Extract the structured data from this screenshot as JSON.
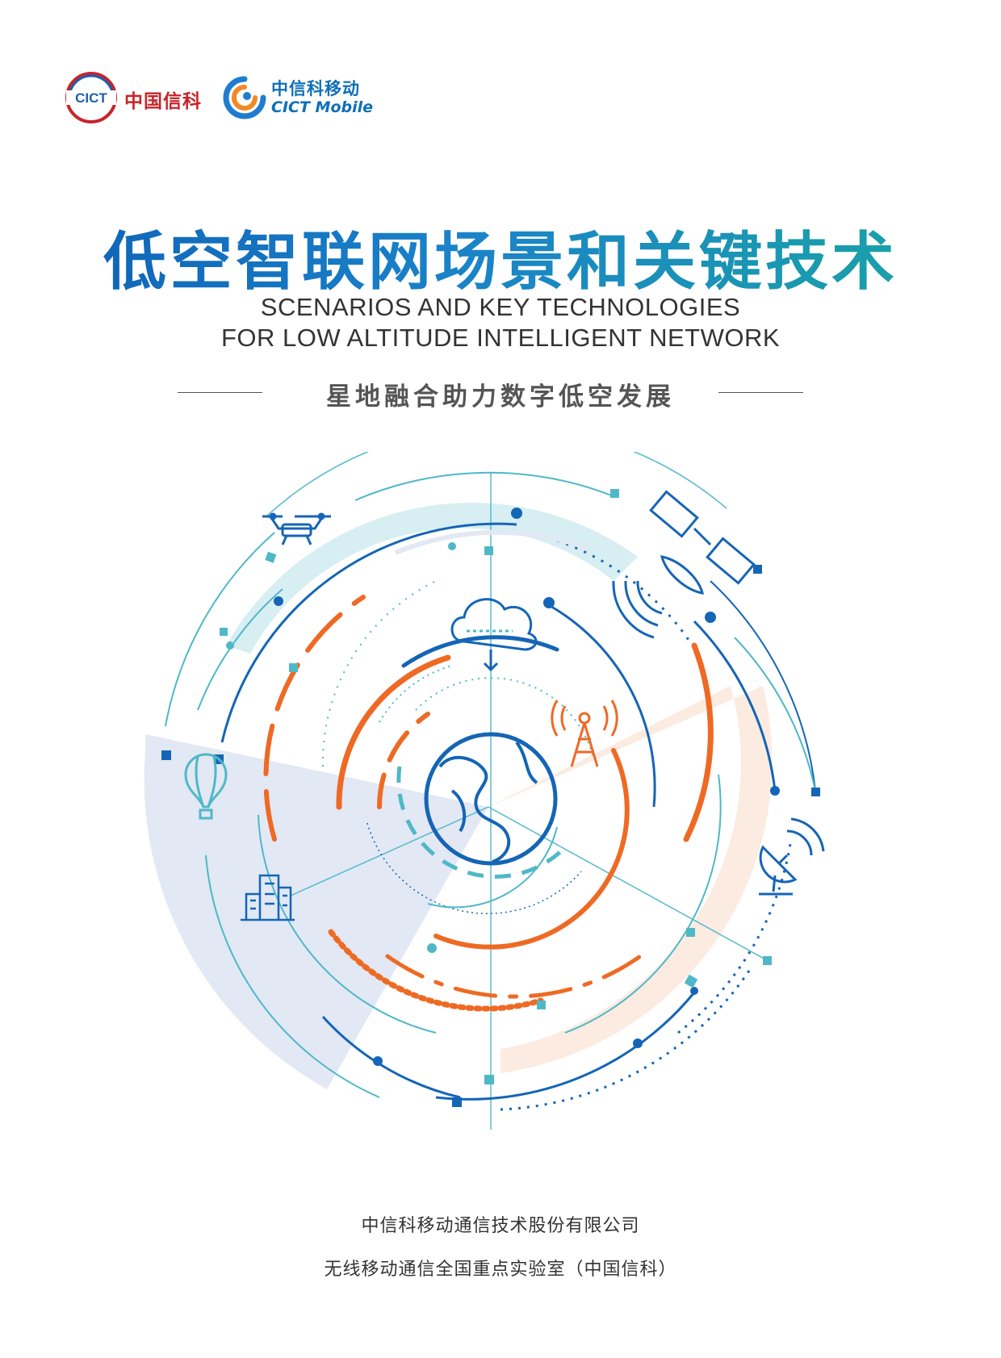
{
  "logos": {
    "cict_mark": "CICT",
    "cict_name": "中国信科",
    "mobile_name_cn": "中信科移动",
    "mobile_name_en": "CICT Mobile"
  },
  "title_cn": "低空智联网场景和关键技术",
  "title_en_line1": "SCENARIOS AND KEY TECHNOLOGIES",
  "title_en_line2": "FOR LOW ALTITUDE INTELLIGENT NETWORK",
  "subtitle": "星地融合助力数字低空发展",
  "diagram": {
    "icons": [
      "drone-icon",
      "satellite-icon",
      "cloud-icon",
      "cell-tower-icon",
      "globe-icon",
      "balloon-icon",
      "buildings-icon",
      "satellite-dish-icon"
    ],
    "colors": {
      "blue": "#1565b6",
      "teal": "#4fb8c8",
      "orange": "#ee6a24",
      "light_blue_fill": "#e2e8f4",
      "light_teal_fill": "#d7eef2",
      "peach_fill": "#fbe7dc"
    }
  },
  "footer": {
    "company": "中信科移动通信技术股份有限公司",
    "lab": "无线移动通信全国重点实验室（中国信科）"
  }
}
